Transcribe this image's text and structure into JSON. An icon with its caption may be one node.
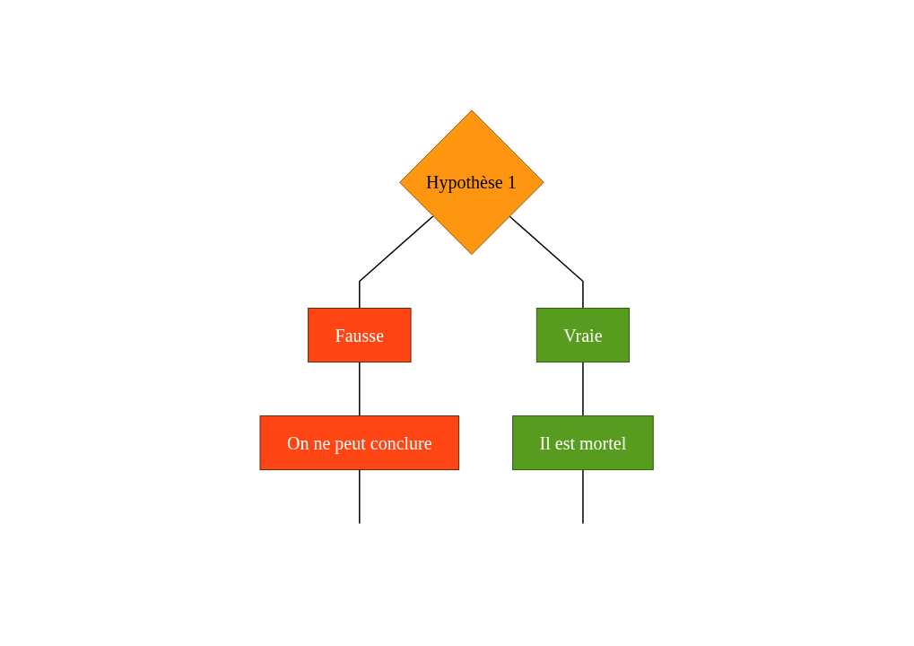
{
  "diagram": {
    "nodes": [
      {
        "text": [
          "Hypothèse 1"
        ]
      },
      {
        "text": [
          "Fausse"
        ]
      },
      {
        "text": [
          "On ne peut conclure"
        ]
      },
      {
        "text": [
          "Vraie"
        ]
      },
      {
        "text": [
          "Il est mortel"
        ]
      }
    ],
    "edges": [
      {
        "from": 0,
        "to": 1,
        "arrow": "none"
      },
      {
        "from": 1,
        "to": 2,
        "arrow": "none"
      },
      {
        "from": 2,
        "to": null,
        "arrow": "none"
      },
      {
        "from": 0,
        "to": 3,
        "arrow": "none"
      },
      {
        "from": 3,
        "to": 4,
        "arrow": "none"
      },
      {
        "from": 4,
        "to": null,
        "arrow": "none"
      }
    ]
  }
}
